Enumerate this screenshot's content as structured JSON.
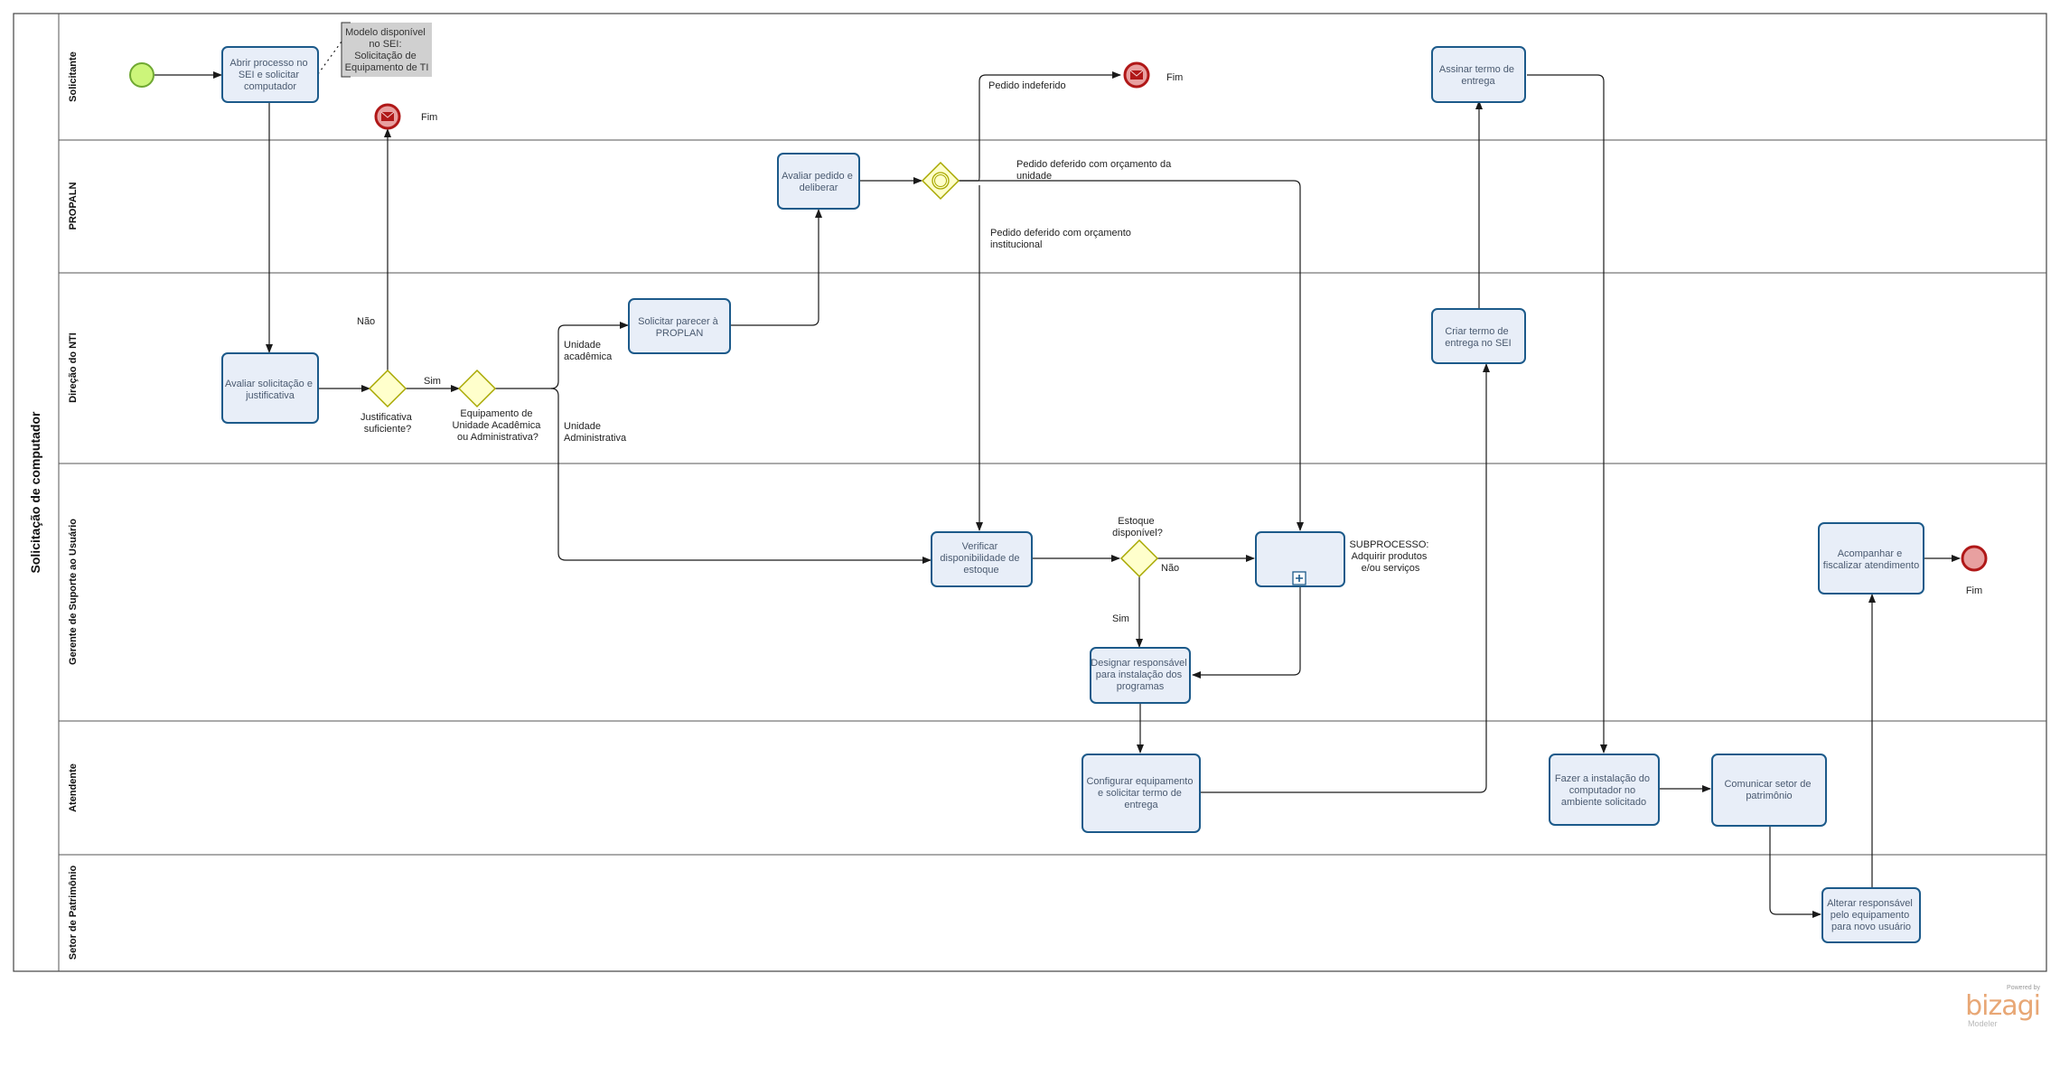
{
  "pool": {
    "title": "Solicitação de computador"
  },
  "lanes": [
    "Solicitante",
    "PROPALN",
    "Direção do NTI",
    "Gerente de Suporte ao Usuário",
    "Atendente",
    "Setor de Patrimônio"
  ],
  "tasks": {
    "abrir": [
      "Abrir processo no",
      "SEI e solicitar",
      "computador"
    ],
    "avaliar_solic": [
      "Avaliar solicitação e",
      "justificativa"
    ],
    "solicitar_parecer": [
      "Solicitar parecer à",
      "PROPLAN"
    ],
    "avaliar_pedido": [
      "Avaliar pedido e",
      "deliberar"
    ],
    "verificar": [
      "Verificar",
      "disponibilidade de",
      "estoque"
    ],
    "designar": [
      "Designar responsável",
      "para instalação dos",
      "programas"
    ],
    "configurar": [
      "Configurar equipamento",
      "e solicitar termo de",
      "entrega"
    ],
    "criar_termo": [
      "Criar termo de",
      "entrega no SEI"
    ],
    "assinar_termo": [
      "Assinar termo de",
      "entrega"
    ],
    "fazer_instalacao": [
      "Fazer a instalação do",
      "computador no",
      "ambiente solicitado"
    ],
    "comunicar": [
      "Comunicar setor de",
      "patrimônio"
    ],
    "alterar": [
      "Alterar responsável",
      "pelo equipamento",
      "para novo usuário"
    ],
    "acompanhar": [
      "Acompanhar e",
      "fiscalizar atendimento"
    ]
  },
  "subprocess": {
    "label": [
      "SUBPROCESSO:",
      "Adquirir produtos",
      "e/ou serviços"
    ]
  },
  "annotation": [
    "Modelo disponível",
    "no SEI:",
    "Solicitação de",
    "Equipamento de TI"
  ],
  "gateways": {
    "justificativa": [
      "Justificativa",
      "suficiente?"
    ],
    "equipamento": [
      "Equipamento de",
      "Unidade Acadêmica",
      "ou Administrativa?"
    ],
    "estoque": [
      "Estoque",
      "disponível?"
    ]
  },
  "flow_labels": {
    "nao_1": "Não",
    "sim_1": "Sim",
    "unid_academica": [
      "Unidade",
      "acadêmica"
    ],
    "unid_administrativa": [
      "Unidade",
      "Administrativa"
    ],
    "pedido_indeferido": "Pedido indeferido",
    "deferido_unidade": [
      "Pedido deferido com orçamento da",
      "unidade"
    ],
    "deferido_institucional": [
      "Pedido deferido com orçamento",
      "institucional"
    ],
    "nao_estoque": "Não",
    "sim_estoque": "Sim"
  },
  "end_labels": {
    "fim_1": "Fim",
    "fim_2": "Fim",
    "fim_3": "Fim"
  },
  "brand": {
    "powered": "Powered by",
    "name": "bizagi",
    "product": "Modeler"
  },
  "colors": {
    "task_fill": "#e8eef8",
    "task_stroke": "#1c5a8a",
    "start_fill": "#ccf57a",
    "start_stroke": "#6fa832",
    "end_fill": "#e8a0a0",
    "end_stroke": "#b01818",
    "gateway_fill": "#ffffcc",
    "gateway_stroke": "#a8a800"
  }
}
